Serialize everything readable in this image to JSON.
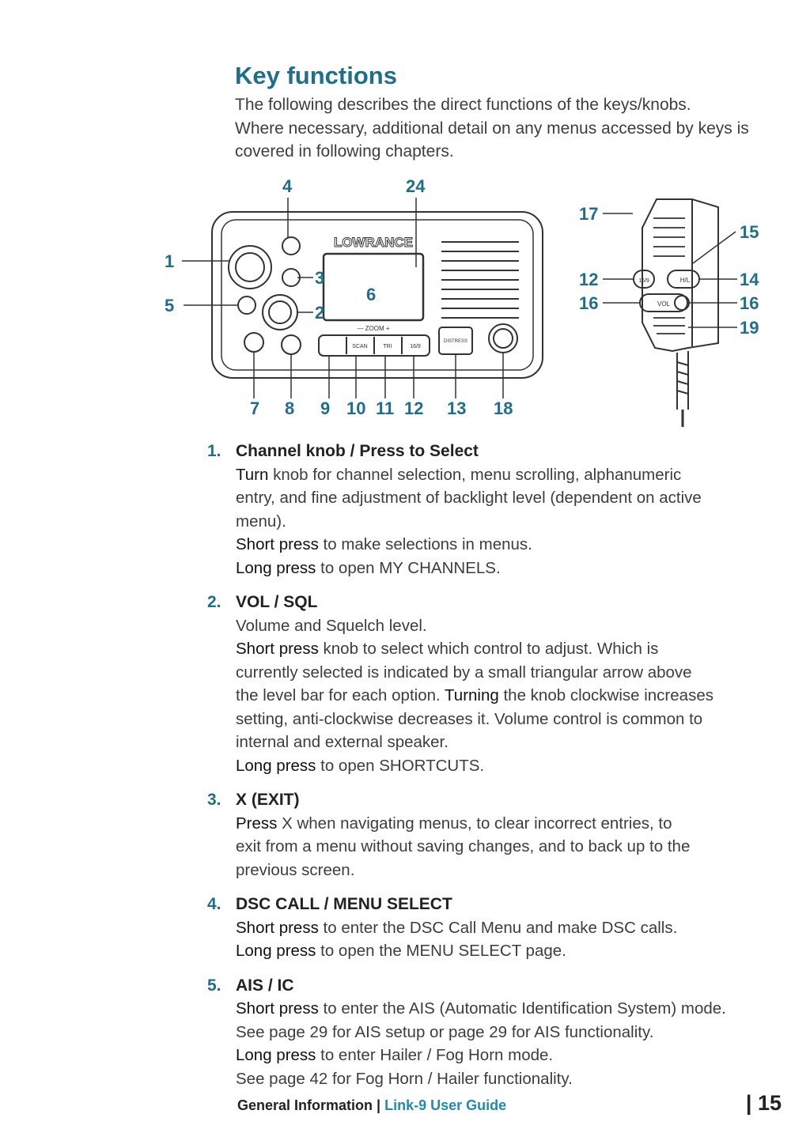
{
  "heading": "Key functions",
  "intro": [
    "The following describes the direct functions of the keys/knobs.",
    "Where necessary, additional detail on any menus accessed by keys is",
    "covered in following chapters."
  ],
  "figure": {
    "brand": "LOWRANCE",
    "zoom_label": "— ZOOM +",
    "keys": [
      "SCAN",
      "TRI",
      "16/9",
      "DISTRESS",
      "VOL",
      "H/L",
      "16/9"
    ],
    "callouts": {
      "c1": "1",
      "c2": "2",
      "c3": "3",
      "c4": "4",
      "c5": "5",
      "c6": "6",
      "c7": "7",
      "c8": "8",
      "c9": "9",
      "c10": "10",
      "c11": "11",
      "c12": "12",
      "c13": "13",
      "c18": "18",
      "c24": "24",
      "m17": "17",
      "m15": "15",
      "m12": "12",
      "m14": "14",
      "m16a": "16",
      "m16b": "16",
      "m19": "19"
    }
  },
  "items": [
    {
      "num": "1.",
      "title": "Channel knob / Press to Select",
      "lines": [
        {
          "kw": "Turn",
          "text": " knob for channel selection, menu scrolling, alphanumeric"
        },
        {
          "kw": "",
          "text": "entry, and fine adjustment of backlight level (dependent on active"
        },
        {
          "kw": "",
          "text": "menu)."
        },
        {
          "kw": "Short press",
          "text": " to make selections in menus."
        },
        {
          "kw": "Long press",
          "text": " to open MY CHANNELS."
        }
      ]
    },
    {
      "num": "2.",
      "title": "VOL / SQL",
      "lines": [
        {
          "kw": "",
          "text": "Volume and Squelch level."
        },
        {
          "kw": "Short press",
          "text": " knob to select which control to adjust. Which is"
        },
        {
          "kw": "",
          "text": "currently selected is indicated by a small triangular arrow above"
        },
        {
          "kw": "",
          "text": "the level bar for each option. ",
          "kw2": "Turning",
          "text2": " the knob clockwise increases"
        },
        {
          "kw": "",
          "text": "setting, anti-clockwise decreases it. Volume control is common to"
        },
        {
          "kw": "",
          "text": "internal and external speaker."
        },
        {
          "kw": "Long press",
          "text": " to open SHORTCUTS."
        }
      ]
    },
    {
      "num": "3.",
      "title": "X (EXIT)",
      "lines": [
        {
          "kw": "Press",
          "text": " X when navigating menus, to clear incorrect entries, to"
        },
        {
          "kw": "",
          "text": "exit from a menu without saving changes, and to back up to the"
        },
        {
          "kw": "",
          "text": "previous screen."
        }
      ]
    },
    {
      "num": "4.",
      "title": "DSC CALL / MENU SELECT",
      "lines": [
        {
          "kw": "Short press",
          "text": " to enter the DSC Call Menu and make DSC calls."
        },
        {
          "kw": "Long press",
          "text": " to open the MENU SELECT page."
        }
      ]
    },
    {
      "num": "5.",
      "title": "AIS / IC",
      "lines": [
        {
          "kw": "Short press",
          "text": " to enter the AIS (Automatic Identification System) mode."
        },
        {
          "kw": "",
          "text": "See page 29 for AIS setup or page 29 for AIS functionality."
        },
        {
          "kw": "Long press",
          "text": " to enter Hailer / Fog Horn mode."
        },
        {
          "kw": "",
          "text": "See page 42 for Fog Horn / Hailer functionality."
        }
      ]
    }
  ],
  "footer": {
    "section": "General Information",
    "separator": "|",
    "guide": "Link-9 User Guide",
    "page_number": "| 15"
  }
}
